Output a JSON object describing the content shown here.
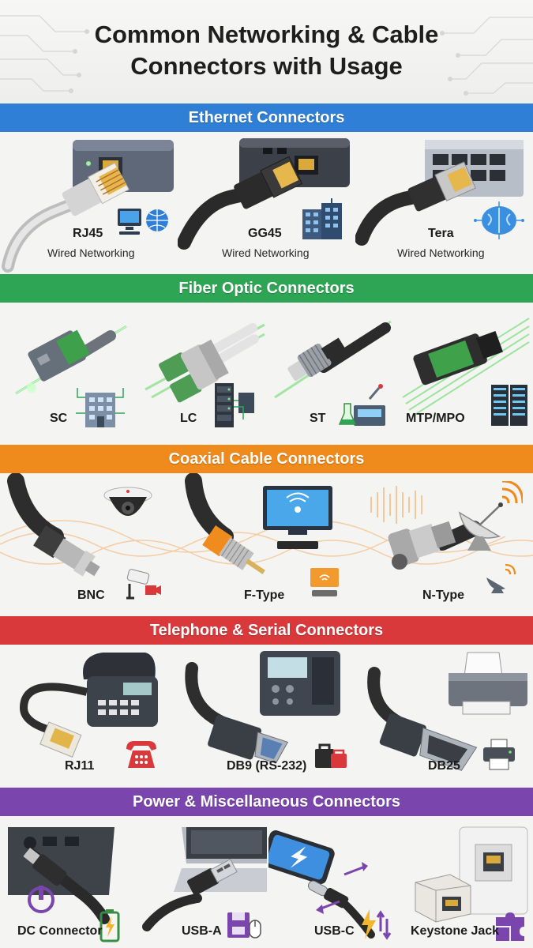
{
  "title": {
    "line1": "Common Networking & Cable",
    "line2": "Connectors with Usage"
  },
  "colors": {
    "ethernet": "#2f7fd6",
    "fiber": "#2ea554",
    "coaxial": "#ef8a1c",
    "telephone": "#d9393a",
    "power": "#7a45ad"
  },
  "sections": {
    "ethernet": {
      "title": "Ethernet Connectors",
      "items": [
        {
          "name": "RJ45",
          "usage": "Wired Networking",
          "icon": "computer-globe-icon"
        },
        {
          "name": "GG45",
          "usage": "Wired Networking",
          "icon": "office-building-icon"
        },
        {
          "name": "Tera",
          "usage": "Wired Networking",
          "icon": "brain-network-icon"
        }
      ]
    },
    "fiber": {
      "title": "Fiber Optic Connectors",
      "items": [
        {
          "name": "SC",
          "icon": "building-network-icon"
        },
        {
          "name": "LC",
          "icon": "server-rack-icon"
        },
        {
          "name": "ST",
          "icon": "lab-equipment-icon"
        },
        {
          "name": "MTP/MPO",
          "icon": "data-center-icon"
        }
      ]
    },
    "coaxial": {
      "title": "Coaxial Cable Connectors",
      "items": [
        {
          "name": "BNC",
          "icon": "cctv-camera-icon"
        },
        {
          "name": "F-Type",
          "icon": "tv-icon"
        },
        {
          "name": "N-Type",
          "icon": "satellite-dish-icon"
        }
      ]
    },
    "telephone": {
      "title": "Telephone & Serial Connectors",
      "items": [
        {
          "name": "RJ11",
          "icon": "telephone-icon"
        },
        {
          "name": "DB9 (RS-232)",
          "icon": "toolbox-icon"
        },
        {
          "name": "DB25",
          "icon": "printer-icon"
        }
      ]
    },
    "power": {
      "title": "Power & Miscellaneous Connectors",
      "items": [
        {
          "name": "DC Connector",
          "icon": "battery-charging-icon"
        },
        {
          "name": "USB-A",
          "icon": "floppy-mouse-icon"
        },
        {
          "name": "USB-C",
          "icon": "lightning-arrows-icon"
        },
        {
          "name": "Keystone Jack",
          "icon": "puzzle-icon"
        }
      ]
    }
  }
}
